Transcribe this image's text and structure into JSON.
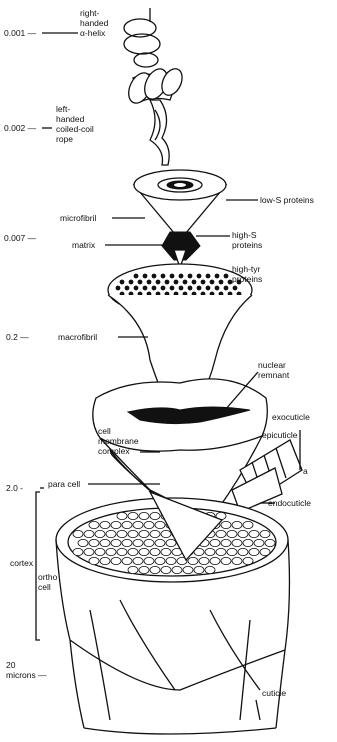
{
  "scale": {
    "s1": "0.001 —",
    "s2": "0.002 —",
    "s3": "0.007 —",
    "s4": "0.2 —",
    "s5": "2.0 -",
    "s6": "20\nmicrons —"
  },
  "labels": {
    "right_handed": "right-\nhanded\nα-helix",
    "left_handed": "left-\nhanded\ncoiled-coil\nrope",
    "low_s": "low-S proteins",
    "microfibril": "microfibril",
    "matrix": "matrix",
    "high_s": "high-S\nproteins",
    "high_tyr": "high-tyr\nproteins",
    "macrofibril": "macrofibril",
    "nuclear_remnant": "nuclear\nremnant",
    "cell_membrane": "cell\nmembrane\ncomplex",
    "exocuticle": "exocuticle",
    "epicuticle": "epicuticle",
    "a": "a",
    "endocuticle": "endocuticle",
    "para_cell": "para cell",
    "cortex": "cortex",
    "ortho_cell": "ortho\ncell",
    "cuticle": "cuticle"
  }
}
